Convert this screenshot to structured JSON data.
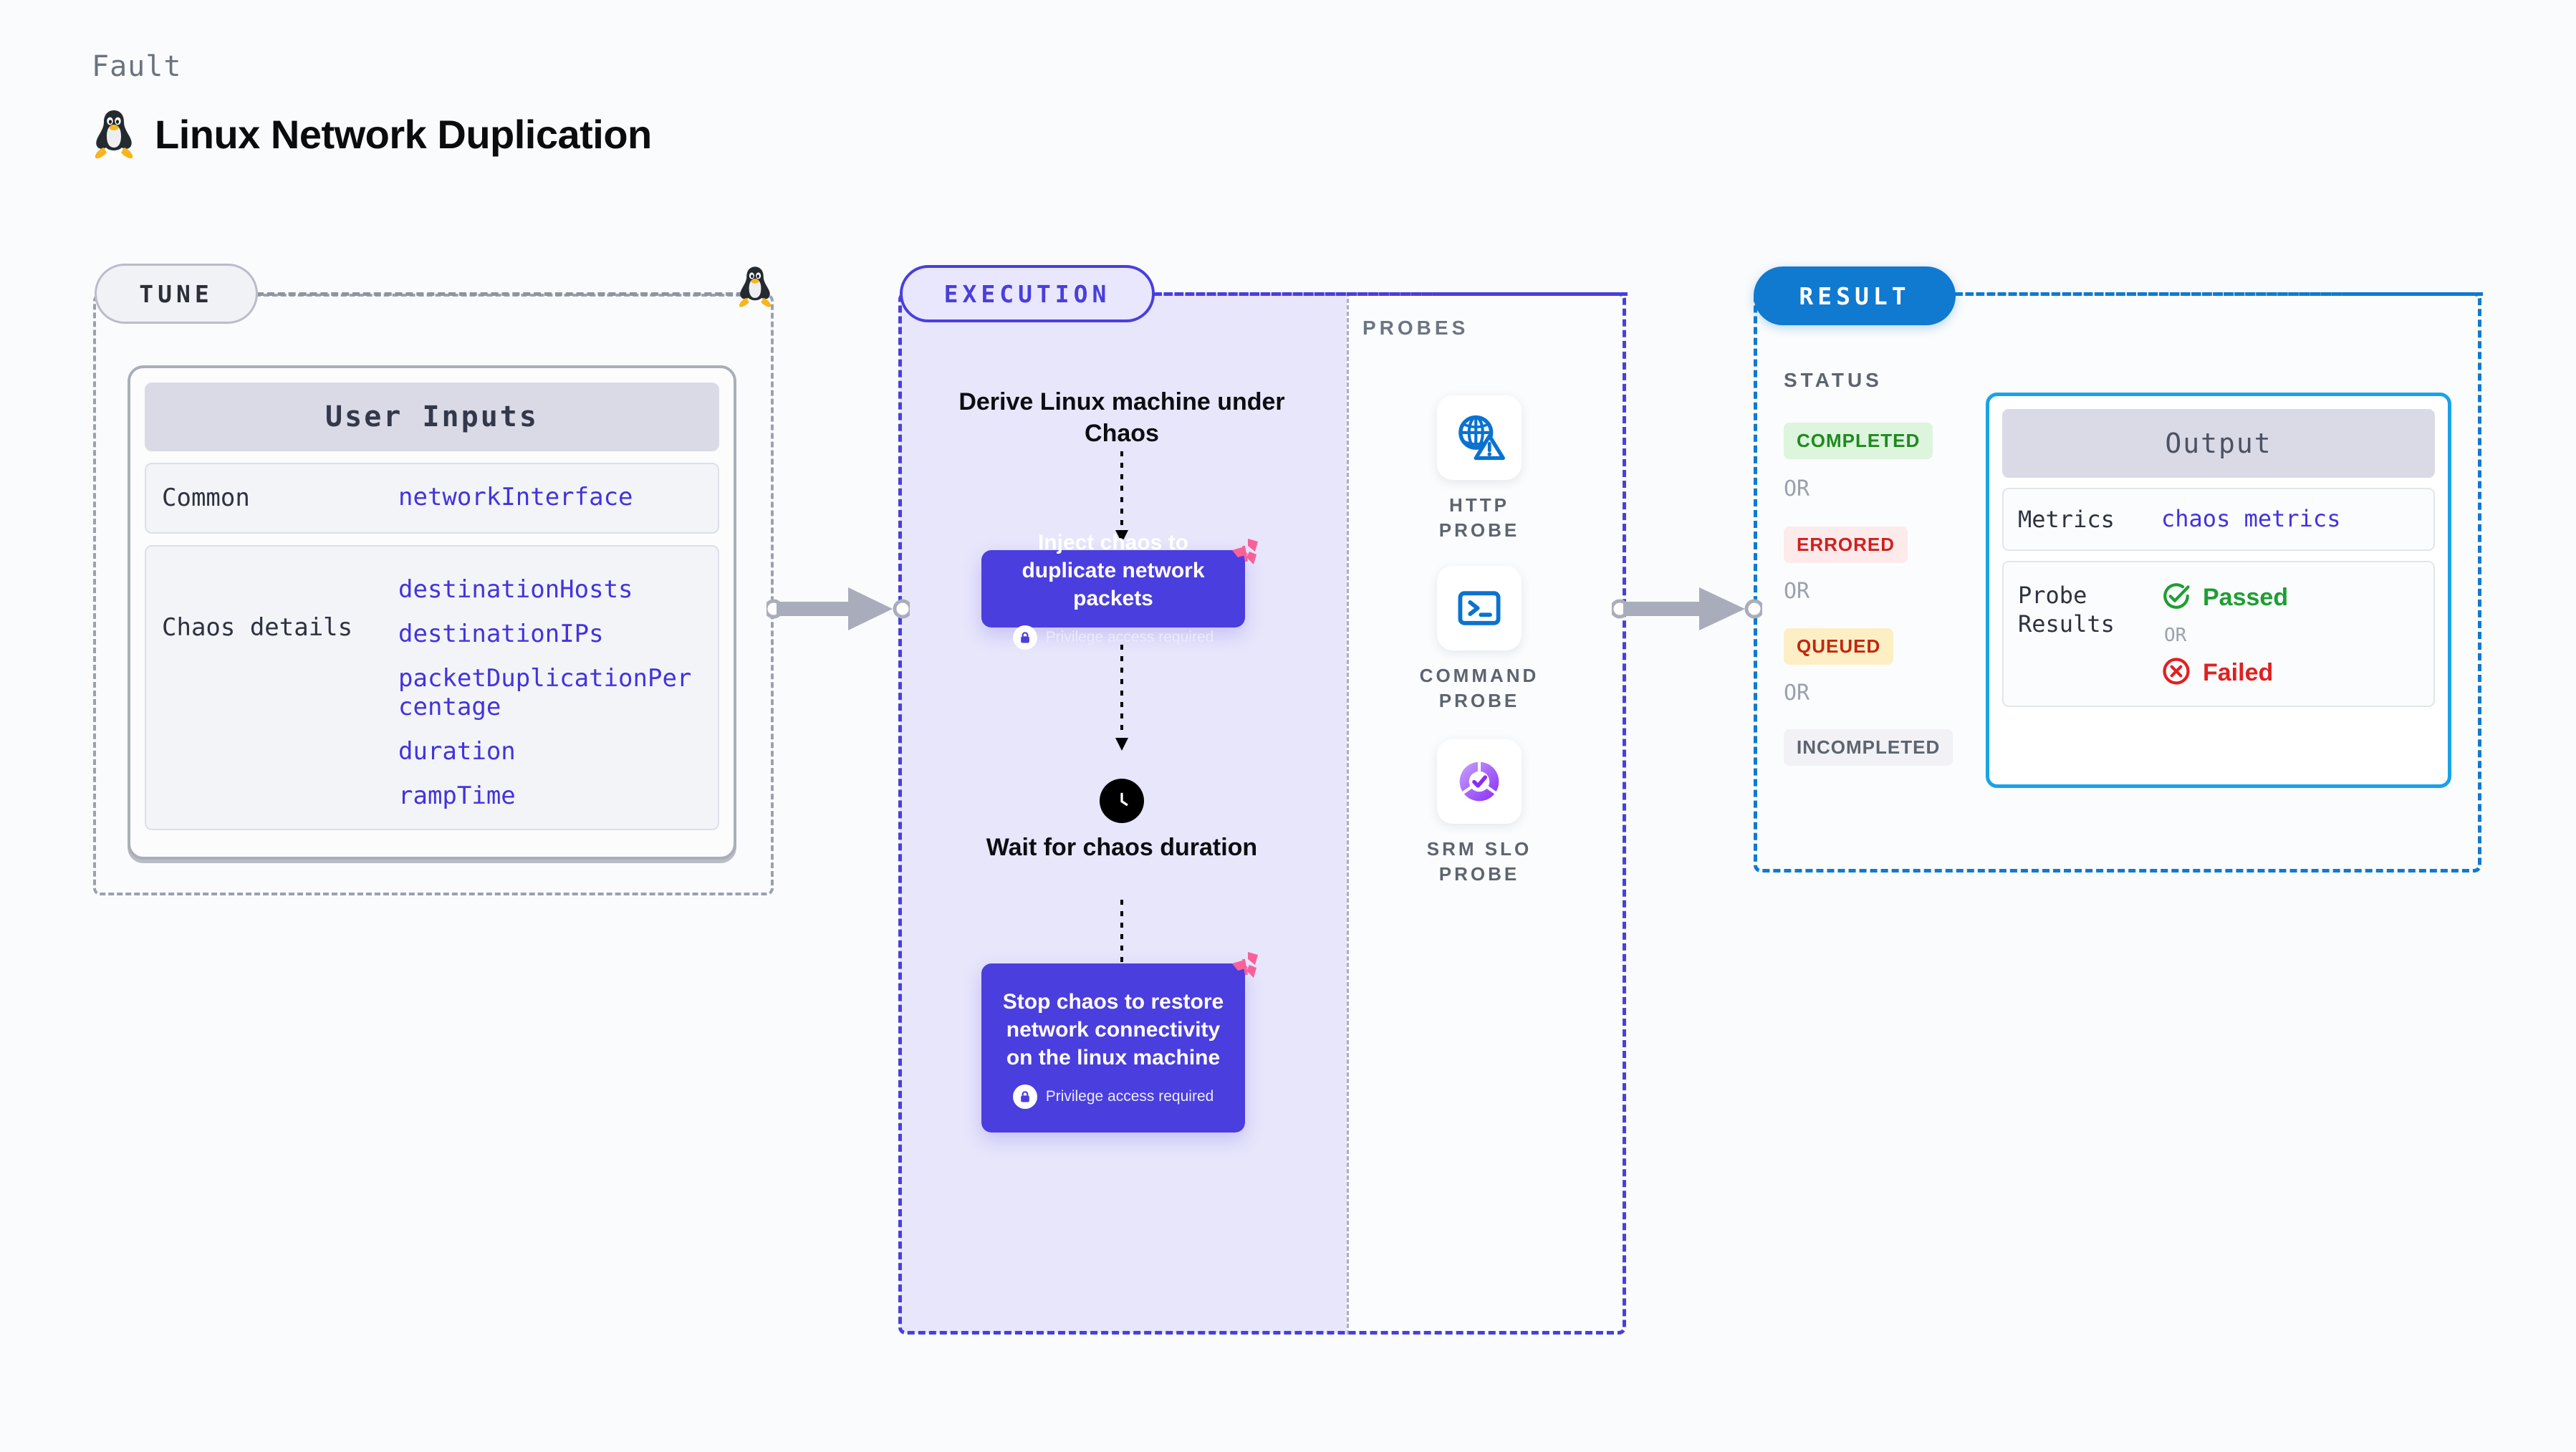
{
  "header": {
    "kicker": "Fault",
    "title": "Linux Network Duplication",
    "icon": "linux-penguin-icon"
  },
  "tune": {
    "badge": "TUNE",
    "icon": "linux-penguin-icon",
    "card_title": "User Inputs",
    "groups": [
      {
        "key": "Common",
        "values": [
          "networkInterface"
        ]
      },
      {
        "key": "Chaos details",
        "values": [
          "destinationHosts",
          "destinationIPs",
          "packetDuplicationPercentage",
          "duration",
          "rampTime"
        ]
      }
    ]
  },
  "execution": {
    "badge": "EXECUTION",
    "steps": [
      {
        "type": "title",
        "text": "Derive Linux machine under Chaos"
      },
      {
        "type": "chaos",
        "text": "Inject chaos to duplicate network packets",
        "note": "Privilege access required",
        "icon": "harness-mark-icon",
        "lock": "lock-icon"
      },
      {
        "type": "wait",
        "text": "Wait for chaos duration",
        "icon": "clock-icon"
      },
      {
        "type": "chaos",
        "text": "Stop chaos to restore network connectivity on the linux machine",
        "note": "Privilege access required",
        "icon": "harness-mark-icon",
        "lock": "lock-icon"
      }
    ]
  },
  "probes": {
    "label": "PROBES",
    "items": [
      {
        "name": "HTTP PROBE",
        "icon": "globe-warning-icon"
      },
      {
        "name": "COMMAND PROBE",
        "icon": "terminal-icon"
      },
      {
        "name": "SRM SLO PROBE",
        "icon": "slo-donut-check-icon"
      }
    ]
  },
  "result": {
    "badge": "RESULT",
    "status_label": "STATUS",
    "or_text": "OR",
    "statuses": [
      {
        "label": "COMPLETED",
        "bg": "#ddf4dd",
        "fg": "#1e8a20"
      },
      {
        "label": "ERRORED",
        "bg": "#fdeaea",
        "fg": "#cf2020"
      },
      {
        "label": "QUEUED",
        "bg": "#fdeec4",
        "fg": "#c0280f"
      },
      {
        "label": "INCOMPLETED",
        "bg": "#f1f1f6",
        "fg": "#5d6470"
      }
    ],
    "output": {
      "title": "Output",
      "metrics_key": "Metrics",
      "metrics_value": "chaos metrics",
      "probe_key": "Probe Results",
      "passed": "Passed",
      "failed": "Failed",
      "or_text": "OR",
      "passed_icon": "check-circle-icon",
      "failed_icon": "x-circle-icon"
    }
  },
  "connectors": [
    {
      "name": "tune-to-execution-arrow"
    },
    {
      "name": "execution-to-result-arrow"
    }
  ],
  "colors": {
    "accent_purple": "#4a3ede",
    "accent_blue": "#1079d0",
    "accent_cyan": "#18a3e8",
    "pink": "#f9609a",
    "green": "#1e9e33",
    "red": "#e02020"
  }
}
